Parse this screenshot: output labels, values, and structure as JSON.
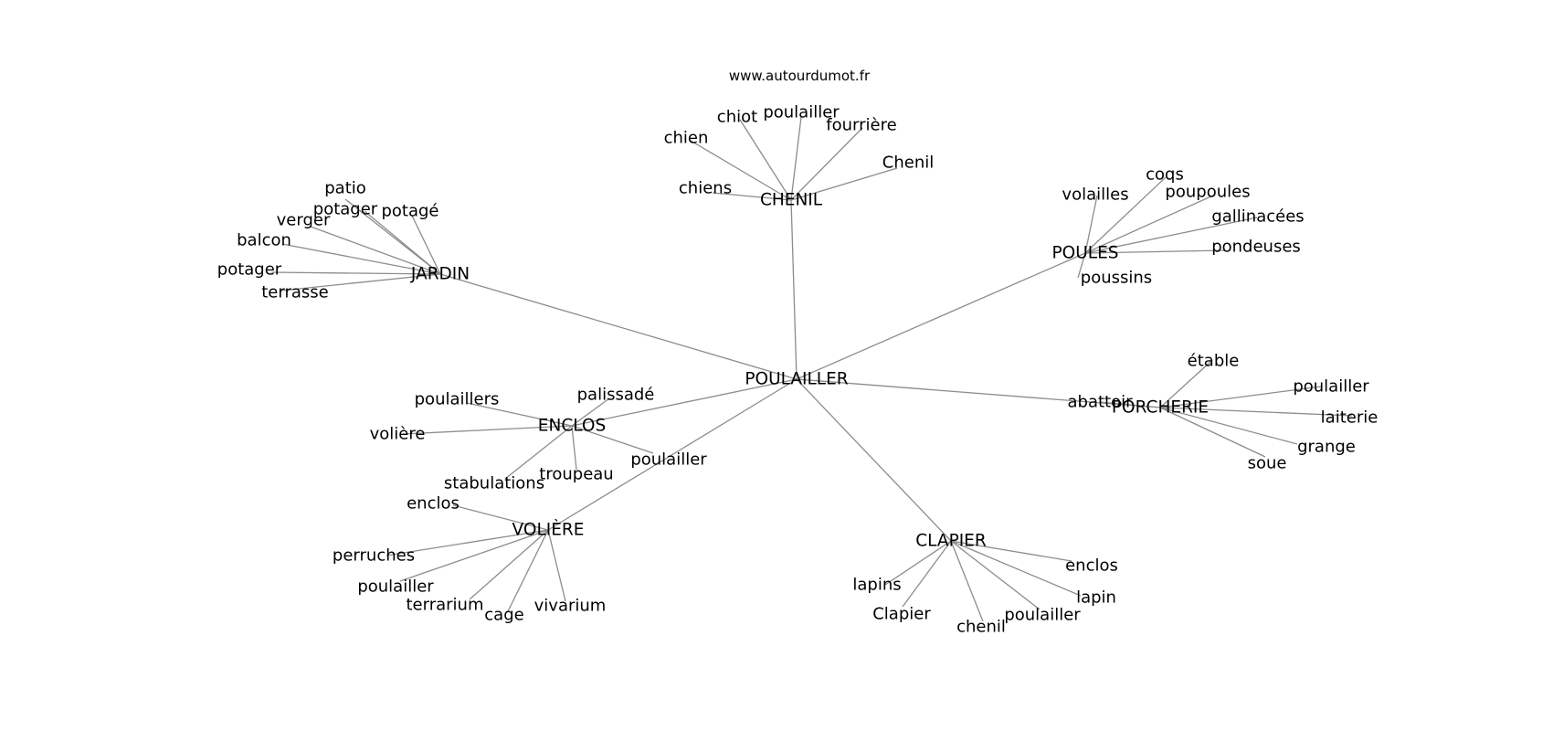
{
  "source": "www.autourdumot.fr",
  "root": "POULAILLER",
  "groups": [
    {
      "hub": "CHENIL",
      "words": [
        "chien",
        "chiot",
        "poulailler",
        "fourrière",
        "Chenil",
        "chiens"
      ]
    },
    {
      "hub": "JARDIN",
      "words": [
        "patio",
        "potager",
        "potagé",
        "verger",
        "balcon",
        "potager",
        "terrasse"
      ]
    },
    {
      "hub": "POULES",
      "words": [
        "volailles",
        "coqs",
        "poupoules",
        "gallinacées",
        "pondeuses",
        "poussins"
      ]
    },
    {
      "hub": "ENCLOS",
      "words": [
        "poulaillers",
        "palissadé",
        "volière",
        "stabulations",
        "troupeau",
        "poulailler"
      ]
    },
    {
      "hub": "VOLIÈRE",
      "words": [
        "enclos",
        "perruches",
        "poulailler",
        "terrarium",
        "cage",
        "vivarium"
      ]
    },
    {
      "hub": "PORCHERIE",
      "words": [
        "abattoir",
        "étable",
        "poulailler",
        "laiterie",
        "grange",
        "soue"
      ]
    },
    {
      "hub": "CLAPIER",
      "words": [
        "lapins",
        "Clapier",
        "chenil",
        "poulailler",
        "lapin",
        "enclos"
      ]
    }
  ]
}
